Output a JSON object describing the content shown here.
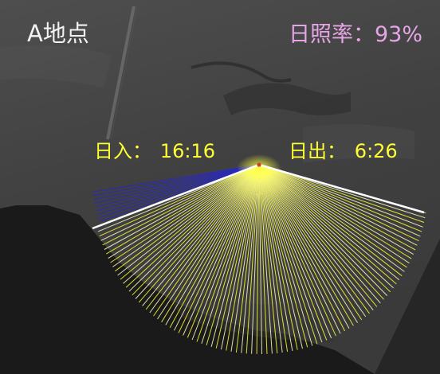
{
  "point_name": "A地点",
  "sunshine": {
    "label": "日照率：",
    "value": "93%"
  },
  "sunset": {
    "label": "日入：",
    "time": "16:16"
  },
  "sunrise": {
    "label": "日出：",
    "time": "6:26"
  },
  "colors": {
    "sun_rays": "#ffff33",
    "blocked_rays": "#2a2ab8",
    "horizon_line": "#ffffff",
    "observer_point": "#d94020",
    "point_label": "#f2f2f2",
    "rate_label": "#e6a6e6",
    "time_labels": "#ffff33"
  }
}
